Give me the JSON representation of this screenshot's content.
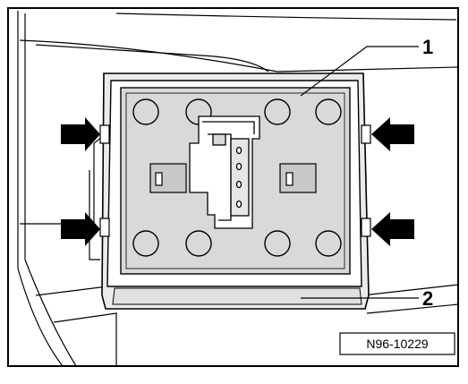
{
  "callouts": {
    "one": "1",
    "two": "2"
  },
  "reference_code": "N96-10229",
  "colors": {
    "line": "#000000",
    "fill_light": "#ebebeb",
    "fill_mid": "#d9d9d9",
    "fill_dark": "#c8c8c8"
  }
}
